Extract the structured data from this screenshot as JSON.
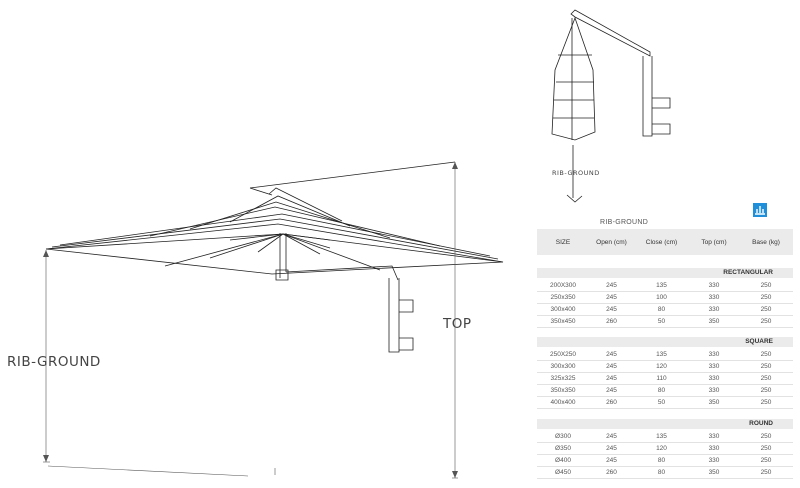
{
  "labels": {
    "rib_ground_main": "RIB-GROUND",
    "top": "TOP",
    "rib_ground_small": "RIB-GROUND",
    "table_caption": "RIB-GROUND"
  },
  "table": {
    "headers": [
      "SIZE",
      "Open (cm)",
      "Close (cm)",
      "Top (cm)",
      "Base (kg)"
    ],
    "groups": [
      {
        "name": "RECTANGULAR",
        "rows": [
          [
            "200X300",
            "245",
            "135",
            "330",
            "250"
          ],
          [
            "250x350",
            "245",
            "100",
            "330",
            "250"
          ],
          [
            "300x400",
            "245",
            "80",
            "330",
            "250"
          ],
          [
            "350x450",
            "260",
            "50",
            "350",
            "250"
          ]
        ]
      },
      {
        "name": "SQUARE",
        "rows": [
          [
            "250X250",
            "245",
            "135",
            "330",
            "250"
          ],
          [
            "300x300",
            "245",
            "120",
            "330",
            "250"
          ],
          [
            "325x325",
            "245",
            "110",
            "330",
            "250"
          ],
          [
            "350x350",
            "245",
            "80",
            "330",
            "250"
          ],
          [
            "400x400",
            "260",
            "50",
            "350",
            "250"
          ]
        ]
      },
      {
        "name": "ROUND",
        "rows": [
          [
            "Ø300",
            "245",
            "135",
            "330",
            "250"
          ],
          [
            "Ø350",
            "245",
            "120",
            "330",
            "250"
          ],
          [
            "Ø400",
            "245",
            "80",
            "330",
            "250"
          ],
          [
            "Ø450",
            "260",
            "80",
            "350",
            "250"
          ]
        ]
      }
    ]
  },
  "colors": {
    "line": "#222222",
    "header_bg": "#ebebeb",
    "logo": "#1e8fd8"
  },
  "icons": [
    "brand-logo-icon"
  ]
}
